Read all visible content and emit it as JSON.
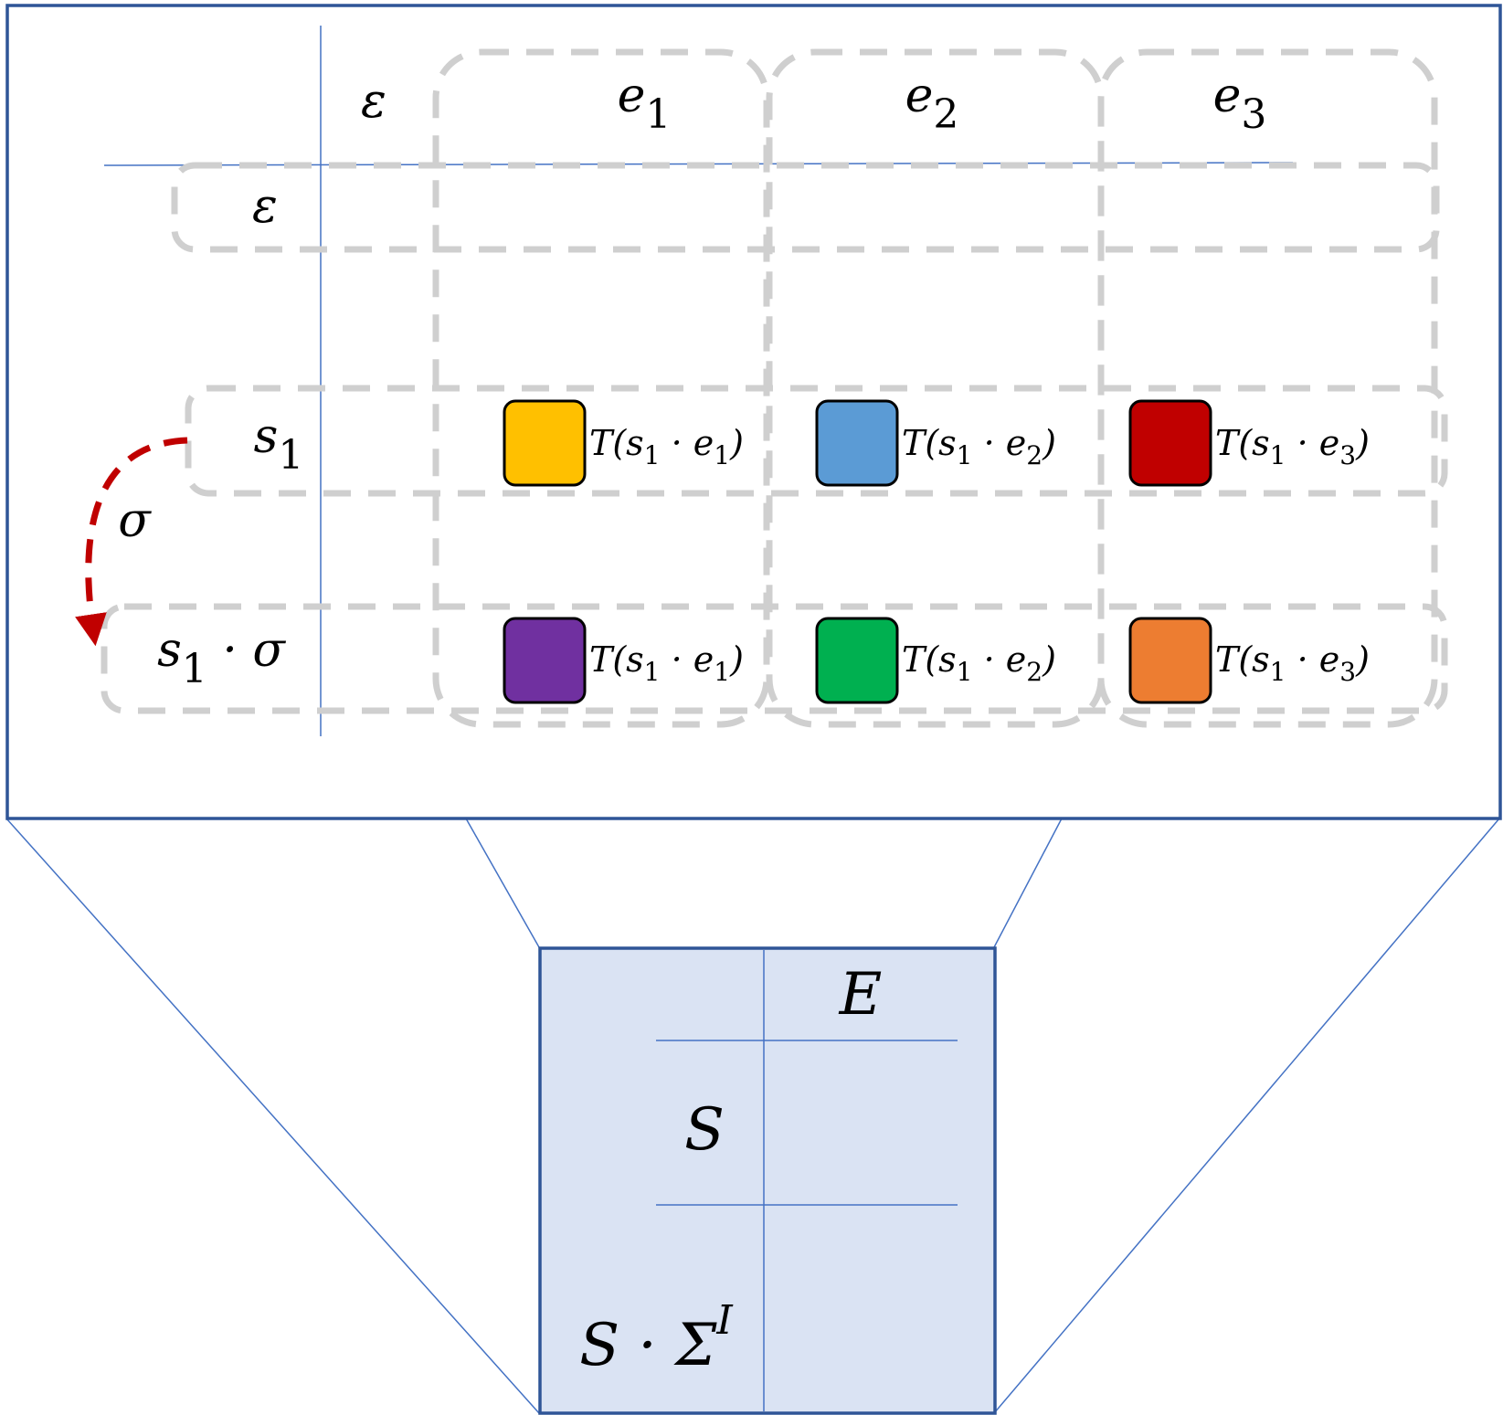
{
  "top_table": {
    "col_headers": [
      {
        "base": "ε",
        "sub": ""
      },
      {
        "base": "e",
        "sub": "1"
      },
      {
        "base": "e",
        "sub": "2"
      },
      {
        "base": "e",
        "sub": "3"
      }
    ],
    "row_headers": [
      {
        "base": "ε",
        "sub": "",
        "suffix": ""
      },
      {
        "base": "s",
        "sub": "1",
        "suffix": ""
      },
      {
        "base": "s",
        "sub": "1",
        "suffix": " · σ"
      }
    ],
    "transition_label": "σ",
    "row_s1_cells": [
      {
        "color": "#ffc000",
        "text_prefix": "T(s",
        "s_sub": "1",
        "mid": " · e",
        "e_sub": "1",
        "close": ")"
      },
      {
        "color": "#5b9bd5",
        "text_prefix": "T(s",
        "s_sub": "1",
        "mid": " · e",
        "e_sub": "2",
        "close": ")"
      },
      {
        "color": "#c00000",
        "text_prefix": "T(s",
        "s_sub": "1",
        "mid": " · e",
        "e_sub": "3",
        "close": ")"
      }
    ],
    "row_s1sigma_cells": [
      {
        "color": "#7030a0",
        "text_prefix": "T(s",
        "s_sub": "1",
        "mid": " · e",
        "e_sub": "1",
        "close": ")"
      },
      {
        "color": "#00b050",
        "text_prefix": "T(s",
        "s_sub": "1",
        "mid": " · e",
        "e_sub": "2",
        "close": ")"
      },
      {
        "color": "#ed7d31",
        "text_prefix": "T(s",
        "s_sub": "1",
        "mid": " · e",
        "e_sub": "3",
        "close": ")"
      }
    ]
  },
  "bottom_table": {
    "col_header": "E",
    "row_S": "S",
    "row_SSigma_base": "S · Σ",
    "row_SSigma_sup": "I",
    "fill_color": "#dae3f3"
  },
  "colors": {
    "frame": "#2f5597",
    "grid": "#4472c4",
    "dashed_outline": "#cfcfcf",
    "arrow": "#c00000"
  }
}
